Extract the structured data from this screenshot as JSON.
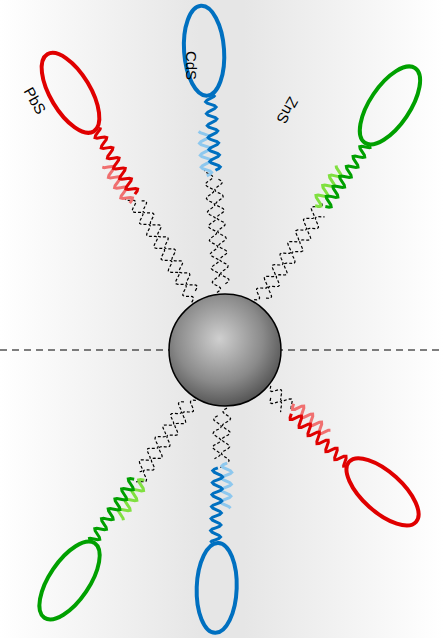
{
  "diagram": {
    "labels": [
      "PbS",
      "CdS",
      "ZnS"
    ]
  }
}
